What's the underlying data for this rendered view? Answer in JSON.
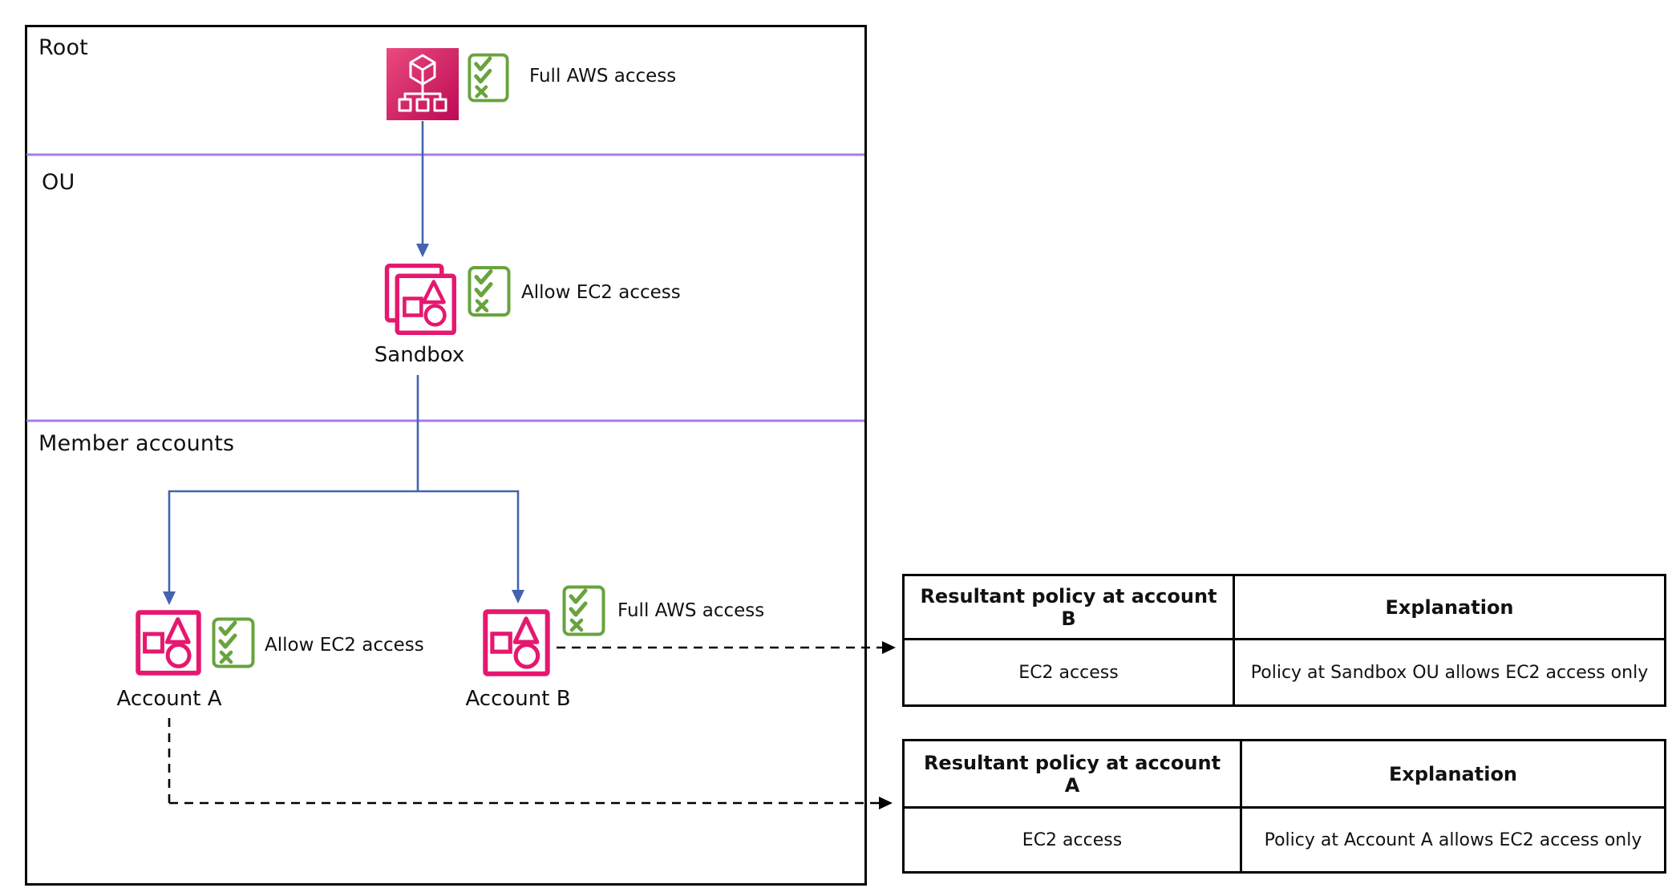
{
  "diagram": {
    "bands": [
      {
        "label": "Root"
      },
      {
        "label": "OU"
      },
      {
        "label": "Member accounts"
      }
    ],
    "nodes": {
      "root": {
        "policy": "Full AWS access"
      },
      "sandbox": {
        "label": "Sandbox",
        "policy": "Allow EC2 access"
      },
      "account_a": {
        "label": "Account A",
        "policy": "Allow EC2 access"
      },
      "account_b": {
        "label": "Account B",
        "policy": "Full AWS access"
      }
    }
  },
  "tables": [
    {
      "headers": [
        "Resultant policy at account B",
        "Explanation"
      ],
      "rows": [
        [
          "EC2 access",
          "Policy at Sandbox OU allows EC2 access only"
        ]
      ]
    },
    {
      "headers": [
        "Resultant policy at account A",
        "Explanation"
      ],
      "rows": [
        [
          "EC2 access",
          "Policy at Account A allows EC2 access only"
        ]
      ]
    }
  ],
  "colors": {
    "pink": "#E5186F",
    "pink-grad-start": "#EA4A7D",
    "pink-grad-end": "#BC0A55",
    "green": "#68A33E",
    "blue": "#4264AE",
    "purple": "#A87BE8",
    "line": "#000000",
    "text": "#111111"
  }
}
